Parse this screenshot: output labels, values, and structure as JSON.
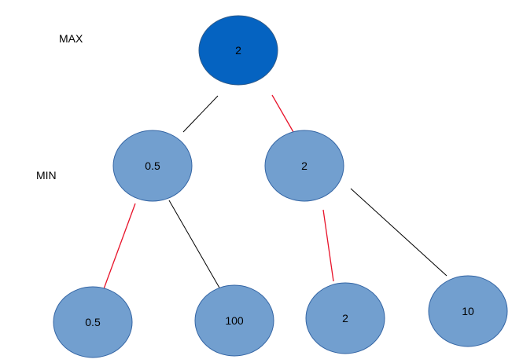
{
  "levels": {
    "max_label": "MAX",
    "min_label": "MIN"
  },
  "colors": {
    "root_fill": "#0563c1",
    "root_stroke": "#2e5a8a",
    "node_fill": "#729fcf",
    "node_stroke": "#3465a4",
    "chosen_edge": "#e8132a",
    "other_edge": "#000000"
  },
  "nodes": {
    "root": "2",
    "min_left": "0.5",
    "min_right": "2",
    "leaf_1": "0.5",
    "leaf_2": "100",
    "leaf_3": "2",
    "leaf_4": "10"
  }
}
